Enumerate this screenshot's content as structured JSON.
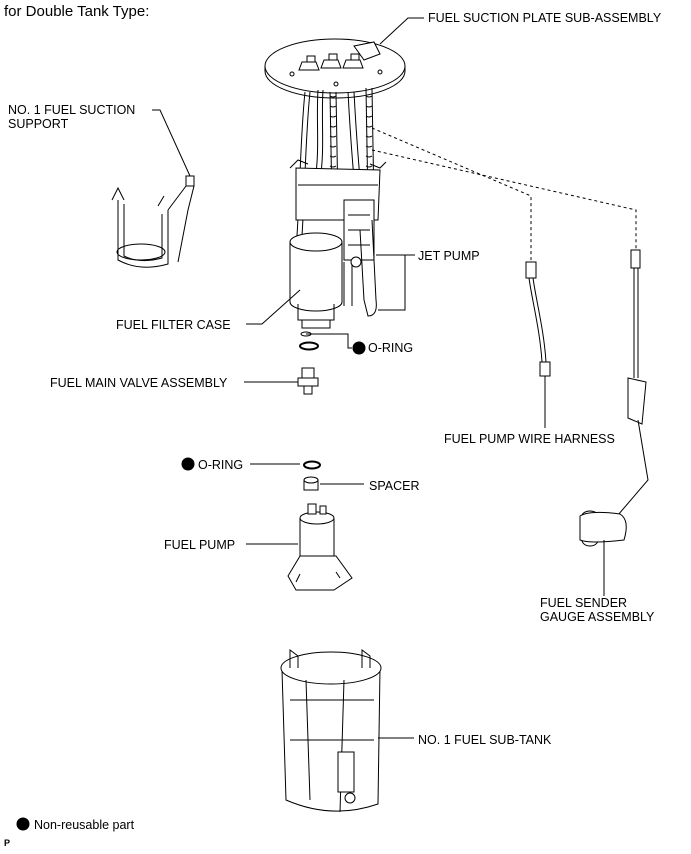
{
  "header": {
    "title": "for Double Tank Type:"
  },
  "labels": {
    "suction_plate": "FUEL SUCTION PLATE SUB-ASSEMBLY",
    "suction_support": "NO. 1 FUEL SUCTION\nSUPPORT",
    "jet_pump": "JET PUMP",
    "filter_case": "FUEL FILTER CASE",
    "o_ring_upper": "O-RING",
    "main_valve": "FUEL MAIN VALVE ASSEMBLY",
    "wire_harness": "FUEL PUMP WIRE HARNESS",
    "o_ring_lower": "O-RING",
    "spacer": "SPACER",
    "fuel_pump": "FUEL PUMP",
    "sender_gauge": "FUEL SENDER\nGAUGE ASSEMBLY",
    "sub_tank": "NO. 1 FUEL SUB-TANK"
  },
  "legend": {
    "non_reusable": "Non-reusable part"
  },
  "footer": {
    "mark": "P"
  },
  "colors": {
    "ink": "#000000",
    "paper": "#ffffff",
    "shade": "#d9d9d9"
  }
}
